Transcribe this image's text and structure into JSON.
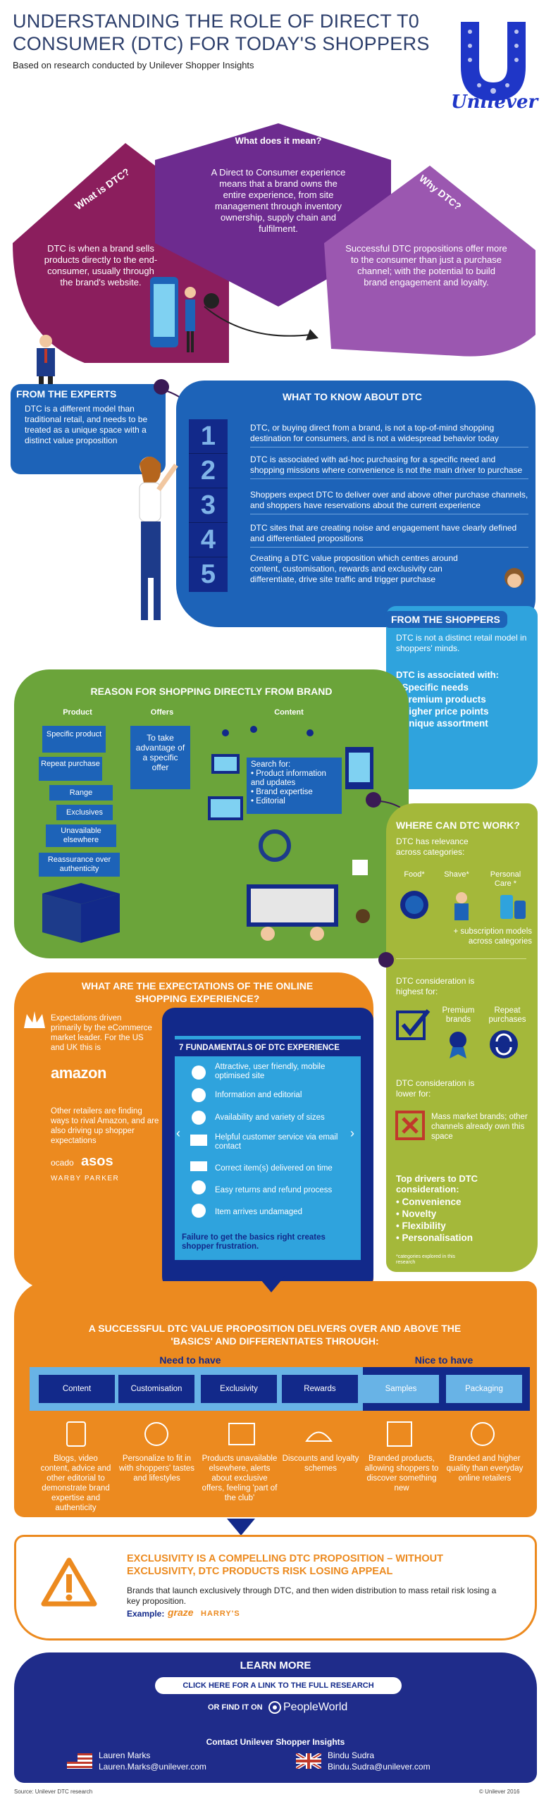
{
  "header": {
    "title": "UNDERSTANDING THE ROLE OF DIRECT T0 CONSUMER (DTC) FOR TODAY'S SHOPPERS",
    "subtitle": "Based on research conducted by Unilever Shopper Insights",
    "brand": "Unilever"
  },
  "intro": {
    "what_is_title": "What is DTC?",
    "what_is_text": "DTC is when a brand sells products directly to the end-consumer, usually through the brand's website.",
    "what_means_title": "What does it mean?",
    "what_means_text": "A Direct to Consumer experience means that a brand owns the entire experience, from site management through inventory ownership, supply chain and fulfilment.",
    "why_title": "Why DTC?",
    "why_text": "Successful DTC propositions offer more to the consumer than just a purchase channel; with the potential to build brand engagement and loyalty."
  },
  "experts": {
    "title": "FROM THE EXPERTS",
    "text": "DTC is a different model than traditional retail, and needs to be treated as a unique space with a distinct value proposition"
  },
  "know": {
    "title": "WHAT TO KNOW ABOUT DTC",
    "items": [
      {
        "num": "1",
        "text": "DTC, or buying direct from a brand, is not a top-of-mind shopping destination for consumers, and is not a widespread behavior today"
      },
      {
        "num": "2",
        "text": "DTC is associated with ad-hoc purchasing for a specific need and shopping missions where convenience is not the main driver to purchase"
      },
      {
        "num": "3",
        "text": "Shoppers expect DTC to deliver over and above other purchase channels, and shoppers have reservations about the current experience"
      },
      {
        "num": "4",
        "text": "DTC sites that are creating noise and engagement have clearly defined and differentiated propositions"
      },
      {
        "num": "5",
        "text": "Creating a DTC value proposition which centres around content, customisation, rewards and exclusivity can differentiate, drive site traffic and trigger purchase"
      }
    ]
  },
  "shoppers": {
    "title": "FROM THE SHOPPERS",
    "text": "DTC is not a distinct retail model in shoppers' minds.",
    "assoc_title": "DTC is associated with:",
    "assoc": [
      "Specific needs",
      "Premium products",
      "Higher price points",
      "Unique assortment"
    ]
  },
  "reason": {
    "title": "REASON FOR SHOPPING DIRECTLY FROM BRAND",
    "col_product": "Product",
    "col_offers": "Offers",
    "col_content": "Content",
    "product_items": [
      "Specific product",
      "Repeat purchase",
      "Range",
      "Exclusives",
      "Unavailable elsewhere",
      "Reassurance over authenticity"
    ],
    "offers_text": "To take advantage of a specific offer",
    "content_search_title": "Search for:",
    "content_items": [
      "Product information and updates",
      "Brand expertise",
      "Editorial"
    ]
  },
  "where": {
    "title": "WHERE CAN DTC WORK?",
    "relevance": "DTC has relevance across categories:",
    "cats": [
      "Food*",
      "Shave*",
      "Personal Care *"
    ],
    "subscription": "+ subscription models across categories",
    "highest": "DTC consideration is highest for:",
    "high_items": [
      "Premium brands",
      "Repeat purchases"
    ],
    "lower": "DTC consideration is lower for:",
    "lower_text": "Mass market brands; other channels already own this space",
    "drivers_title": "Top drivers to DTC consideration:",
    "drivers": [
      "Convenience",
      "Novelty",
      "Flexibility",
      "Personalisation"
    ],
    "footnote": "*categories explored in this research"
  },
  "expect": {
    "title": "WHAT ARE THE EXPECTATIONS OF THE ONLINE SHOPPING EXPERIENCE?",
    "amazon_text": "Expectations driven primarily by the eCommerce market leader. For the US and UK this is",
    "amazon": "amazon",
    "others_text": "Other retailers are finding ways to rival Amazon, and are also driving up shopper expectations",
    "ocado": "ocado",
    "asos": "asos",
    "warby": "WARBY PARKER",
    "fund_title": "7 FUNDAMENTALS OF DTC EXPERIENCE",
    "fundamentals": [
      "Attractive, user friendly, mobile optimised site",
      "Information and editorial",
      "Availability and variety of sizes",
      "Helpful customer service via email contact",
      "Correct item(s) delivered on time",
      "Easy returns and refund process",
      "Item arrives undamaged"
    ],
    "fund_footer": "Failure to get the basics right creates shopper frustration."
  },
  "value": {
    "title": "A SUCCESSFUL DTC VALUE PROPOSITION DELIVERS OVER AND ABOVE THE 'BASICS' AND DIFFERENTIATES THROUGH:",
    "need": "Need to have",
    "nice": "Nice to have",
    "steps": [
      "Content",
      "Customisation",
      "Exclusivity",
      "Rewards",
      "Samples",
      "Packaging"
    ],
    "descs": [
      "Blogs, video content, advice and other editorial to demonstrate brand expertise and authenticity",
      "Personalize to fit in with shoppers' tastes and lifestyles",
      "Products unavailable elsewhere, alerts about exclusive offers, feeling 'part of the club'",
      "Discounts and loyalty schemes",
      "Branded products, allowing shoppers to discover something new",
      "Branded and higher quality than everyday online retailers"
    ]
  },
  "exclusivity": {
    "title": "EXCLUSIVITY IS A COMPELLING DTC PROPOSITION – WITHOUT EXCLUSIVITY,  DTC PRODUCTS RISK LOSING APPEAL",
    "text": "Brands that launch exclusively through DTC, and then widen distribution to mass retail risk losing a key proposition.",
    "example_label": "Example:",
    "ex1": "graze",
    "ex2": "HARRY'S"
  },
  "learn": {
    "title": "LEARN MORE",
    "button": "CLICK HERE FOR A LINK TO THE FULL RESEARCH",
    "find": "OR FIND IT ON",
    "peopleworld": "PeopleWorld",
    "contact": "Contact Unilever Shopper Insights",
    "c1_name": "Lauren Marks",
    "c1_email": "Lauren.Marks@unilever.com",
    "c2_name": "Bindu Sudra",
    "c2_email": "Bindu.Sudra@unilever.com"
  },
  "footer": {
    "source": "Source: Unilever DTC research",
    "copyright": "© Unilever 2016"
  },
  "colors": {
    "navy": "#12298a",
    "blue": "#1d63b8",
    "purple": "#6d2b8f",
    "magenta": "#8b1e5d",
    "green": "#6ba43a",
    "lime": "#a4b83a",
    "orange": "#ec8a1f",
    "sky": "#2fa3dd"
  }
}
